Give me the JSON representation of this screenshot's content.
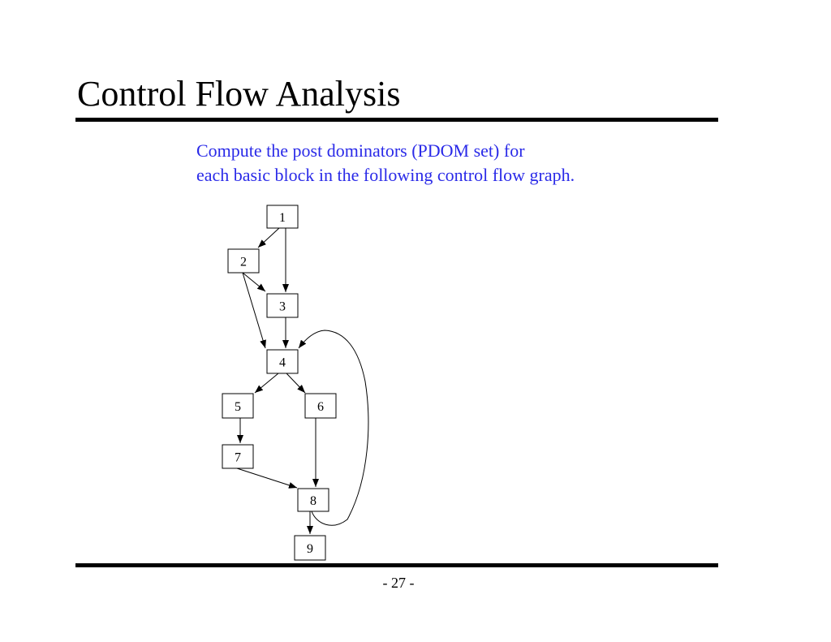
{
  "slide": {
    "title": "Control Flow Analysis",
    "instructions": [
      "Compute the post dominators (PDOM set) for",
      "each basic block in the following control flow graph."
    ],
    "page_number": "- 27 -",
    "instruction_color": "#2a2ae8"
  },
  "graph": {
    "nodes": [
      {
        "id": "1",
        "label": "1"
      },
      {
        "id": "2",
        "label": "2"
      },
      {
        "id": "3",
        "label": "3"
      },
      {
        "id": "4",
        "label": "4"
      },
      {
        "id": "5",
        "label": "5"
      },
      {
        "id": "6",
        "label": "6"
      },
      {
        "id": "7",
        "label": "7"
      },
      {
        "id": "8",
        "label": "8"
      },
      {
        "id": "9",
        "label": "9"
      }
    ],
    "edges": [
      {
        "from": "1",
        "to": "2"
      },
      {
        "from": "1",
        "to": "3"
      },
      {
        "from": "2",
        "to": "3"
      },
      {
        "from": "2",
        "to": "4"
      },
      {
        "from": "3",
        "to": "4"
      },
      {
        "from": "4",
        "to": "5"
      },
      {
        "from": "4",
        "to": "6"
      },
      {
        "from": "5",
        "to": "7"
      },
      {
        "from": "6",
        "to": "8"
      },
      {
        "from": "7",
        "to": "8"
      },
      {
        "from": "8",
        "to": "9"
      },
      {
        "from": "8",
        "to": "4"
      }
    ]
  }
}
